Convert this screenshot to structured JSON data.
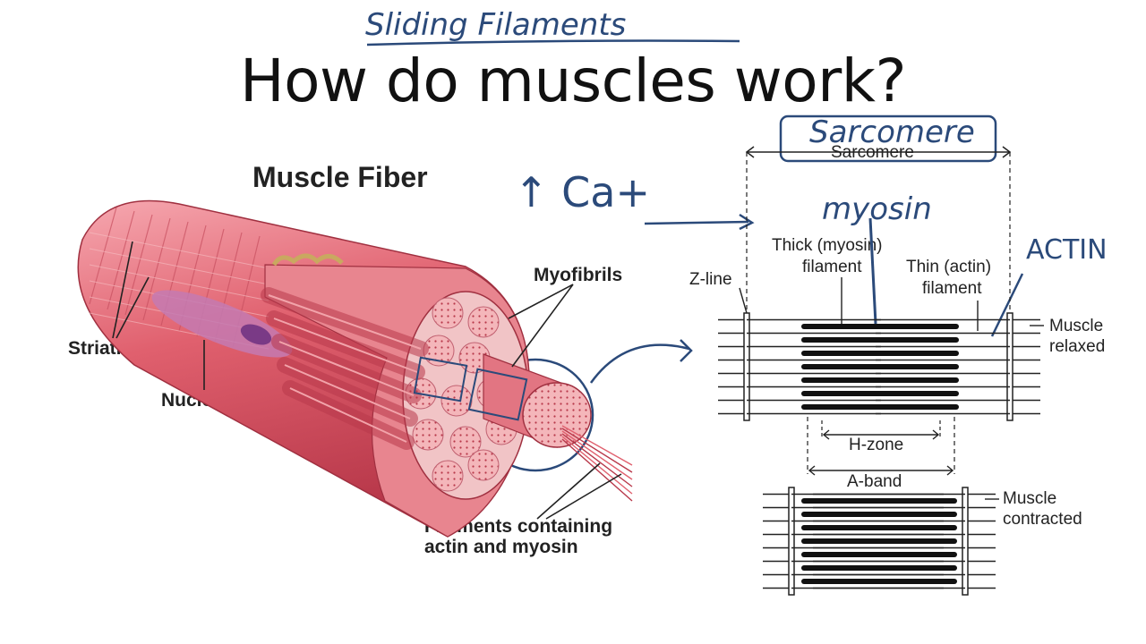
{
  "title": "How do muscles work?",
  "annotations": {
    "sliding_filaments": "Sliding Filaments",
    "sarcomere_hand": "Sarcomere",
    "calcium": "↑ Ca+",
    "myosin_hand": "myosin",
    "actin_hand": "ACTIN"
  },
  "fiber_diagram": {
    "title": "Muscle Fiber",
    "labels": {
      "striations": "Striations",
      "nucleus": "Nucleus",
      "myofibrils": "Myofibrils",
      "filaments_line1": "Filaments containing",
      "filaments_line2": "actin and myosin"
    }
  },
  "sarcomere_diagram": {
    "sarcomere": "Sarcomere",
    "thick_line1": "Thick (myosin)",
    "thick_line2": "filament",
    "thin_line1": "Thin (actin)",
    "thin_line2": "filament",
    "z_line": "Z-line",
    "relaxed_line1": "Muscle",
    "relaxed_line2": "relaxed",
    "h_zone": "H-zone",
    "a_band": "A-band",
    "contracted_line1": "Muscle",
    "contracted_line2": "contracted"
  },
  "colors": {
    "ink": "#2b4a7a",
    "muscle": "#e0606e",
    "muscle_dark": "#b8384a",
    "muscle_light": "#f3b4b8"
  }
}
